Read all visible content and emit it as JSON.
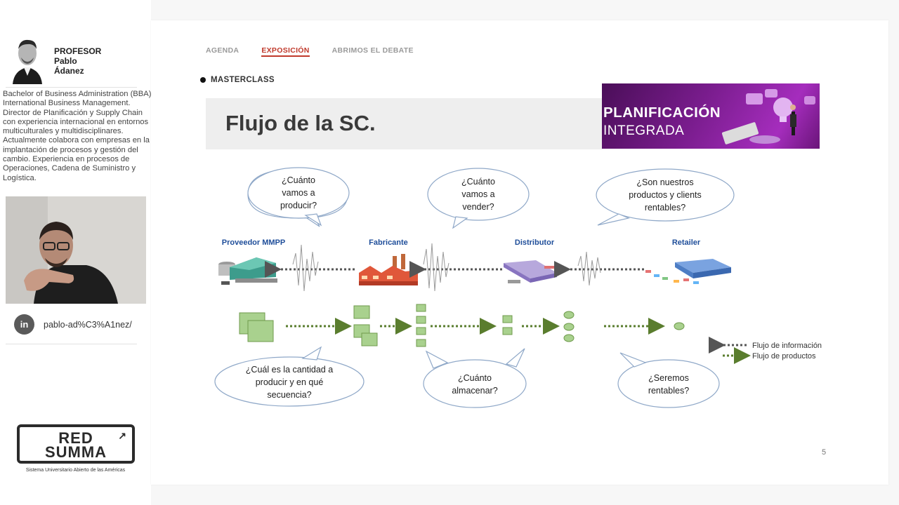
{
  "sidebar": {
    "role": "PROFESOR",
    "first_name": "Pablo",
    "last_name": "Ádanez",
    "bio": "Bachelor of Business Administration (BBA) International Business Management. Director de Planificación y Supply Chain con experiencia internacional en entornos multiculturales y multidisciplinares. Actualmente colabora con empresas en la implantación de procesos y gestión del cambio. Experiencia en procesos de Operaciones, Cadena de Suministro y Logística.",
    "linkedin_icon": "in",
    "linkedin_handle": "pablo-ad%C3%A1nez/",
    "logo_line1": "RED",
    "logo_line2": "SUMMA",
    "logo_sub": "Sistema Universitario Abierto de las Américas"
  },
  "slide": {
    "nav": [
      "AGENDA",
      "EXPOSICIÓN",
      "ABRIMOS EL DEBATE"
    ],
    "active_nav": "EXPOSICIÓN",
    "section": "MASTERCLASS",
    "title": "Flujo de la SC.",
    "banner_line1": "PLANIFICACIÓN",
    "banner_line2": "INTEGRADA",
    "page_number": "5"
  },
  "diagram": {
    "top_bubbles": [
      [
        "¿Cuánto",
        "vamos a",
        "producir?"
      ],
      [
        "¿Cuánto",
        "vamos a",
        "vender?"
      ],
      [
        "¿Son nuestros",
        "productos y clients",
        "rentables?"
      ]
    ],
    "nodes": [
      "Proveedor MMPP",
      "Fabricante",
      "Distributor",
      "Retailer"
    ],
    "bottom_bubbles": [
      [
        "¿Cuál es la cantidad a",
        "producir y en qué",
        "secuencia?"
      ],
      [
        "¿Cuánto",
        "almacenar?"
      ],
      [
        "¿Seremos",
        "rentables?"
      ]
    ],
    "legend": [
      "Flujo de información",
      "Flujo de productos"
    ]
  },
  "colors": {
    "accent": "#c0392b",
    "node_label": "#1f4e9a",
    "product_flow": "#5a7d2e",
    "info_flow": "#555555",
    "box_fill": "#a9d18e",
    "box_stroke": "#6f9a4c",
    "bubble_stroke": "#8fa8c8"
  }
}
